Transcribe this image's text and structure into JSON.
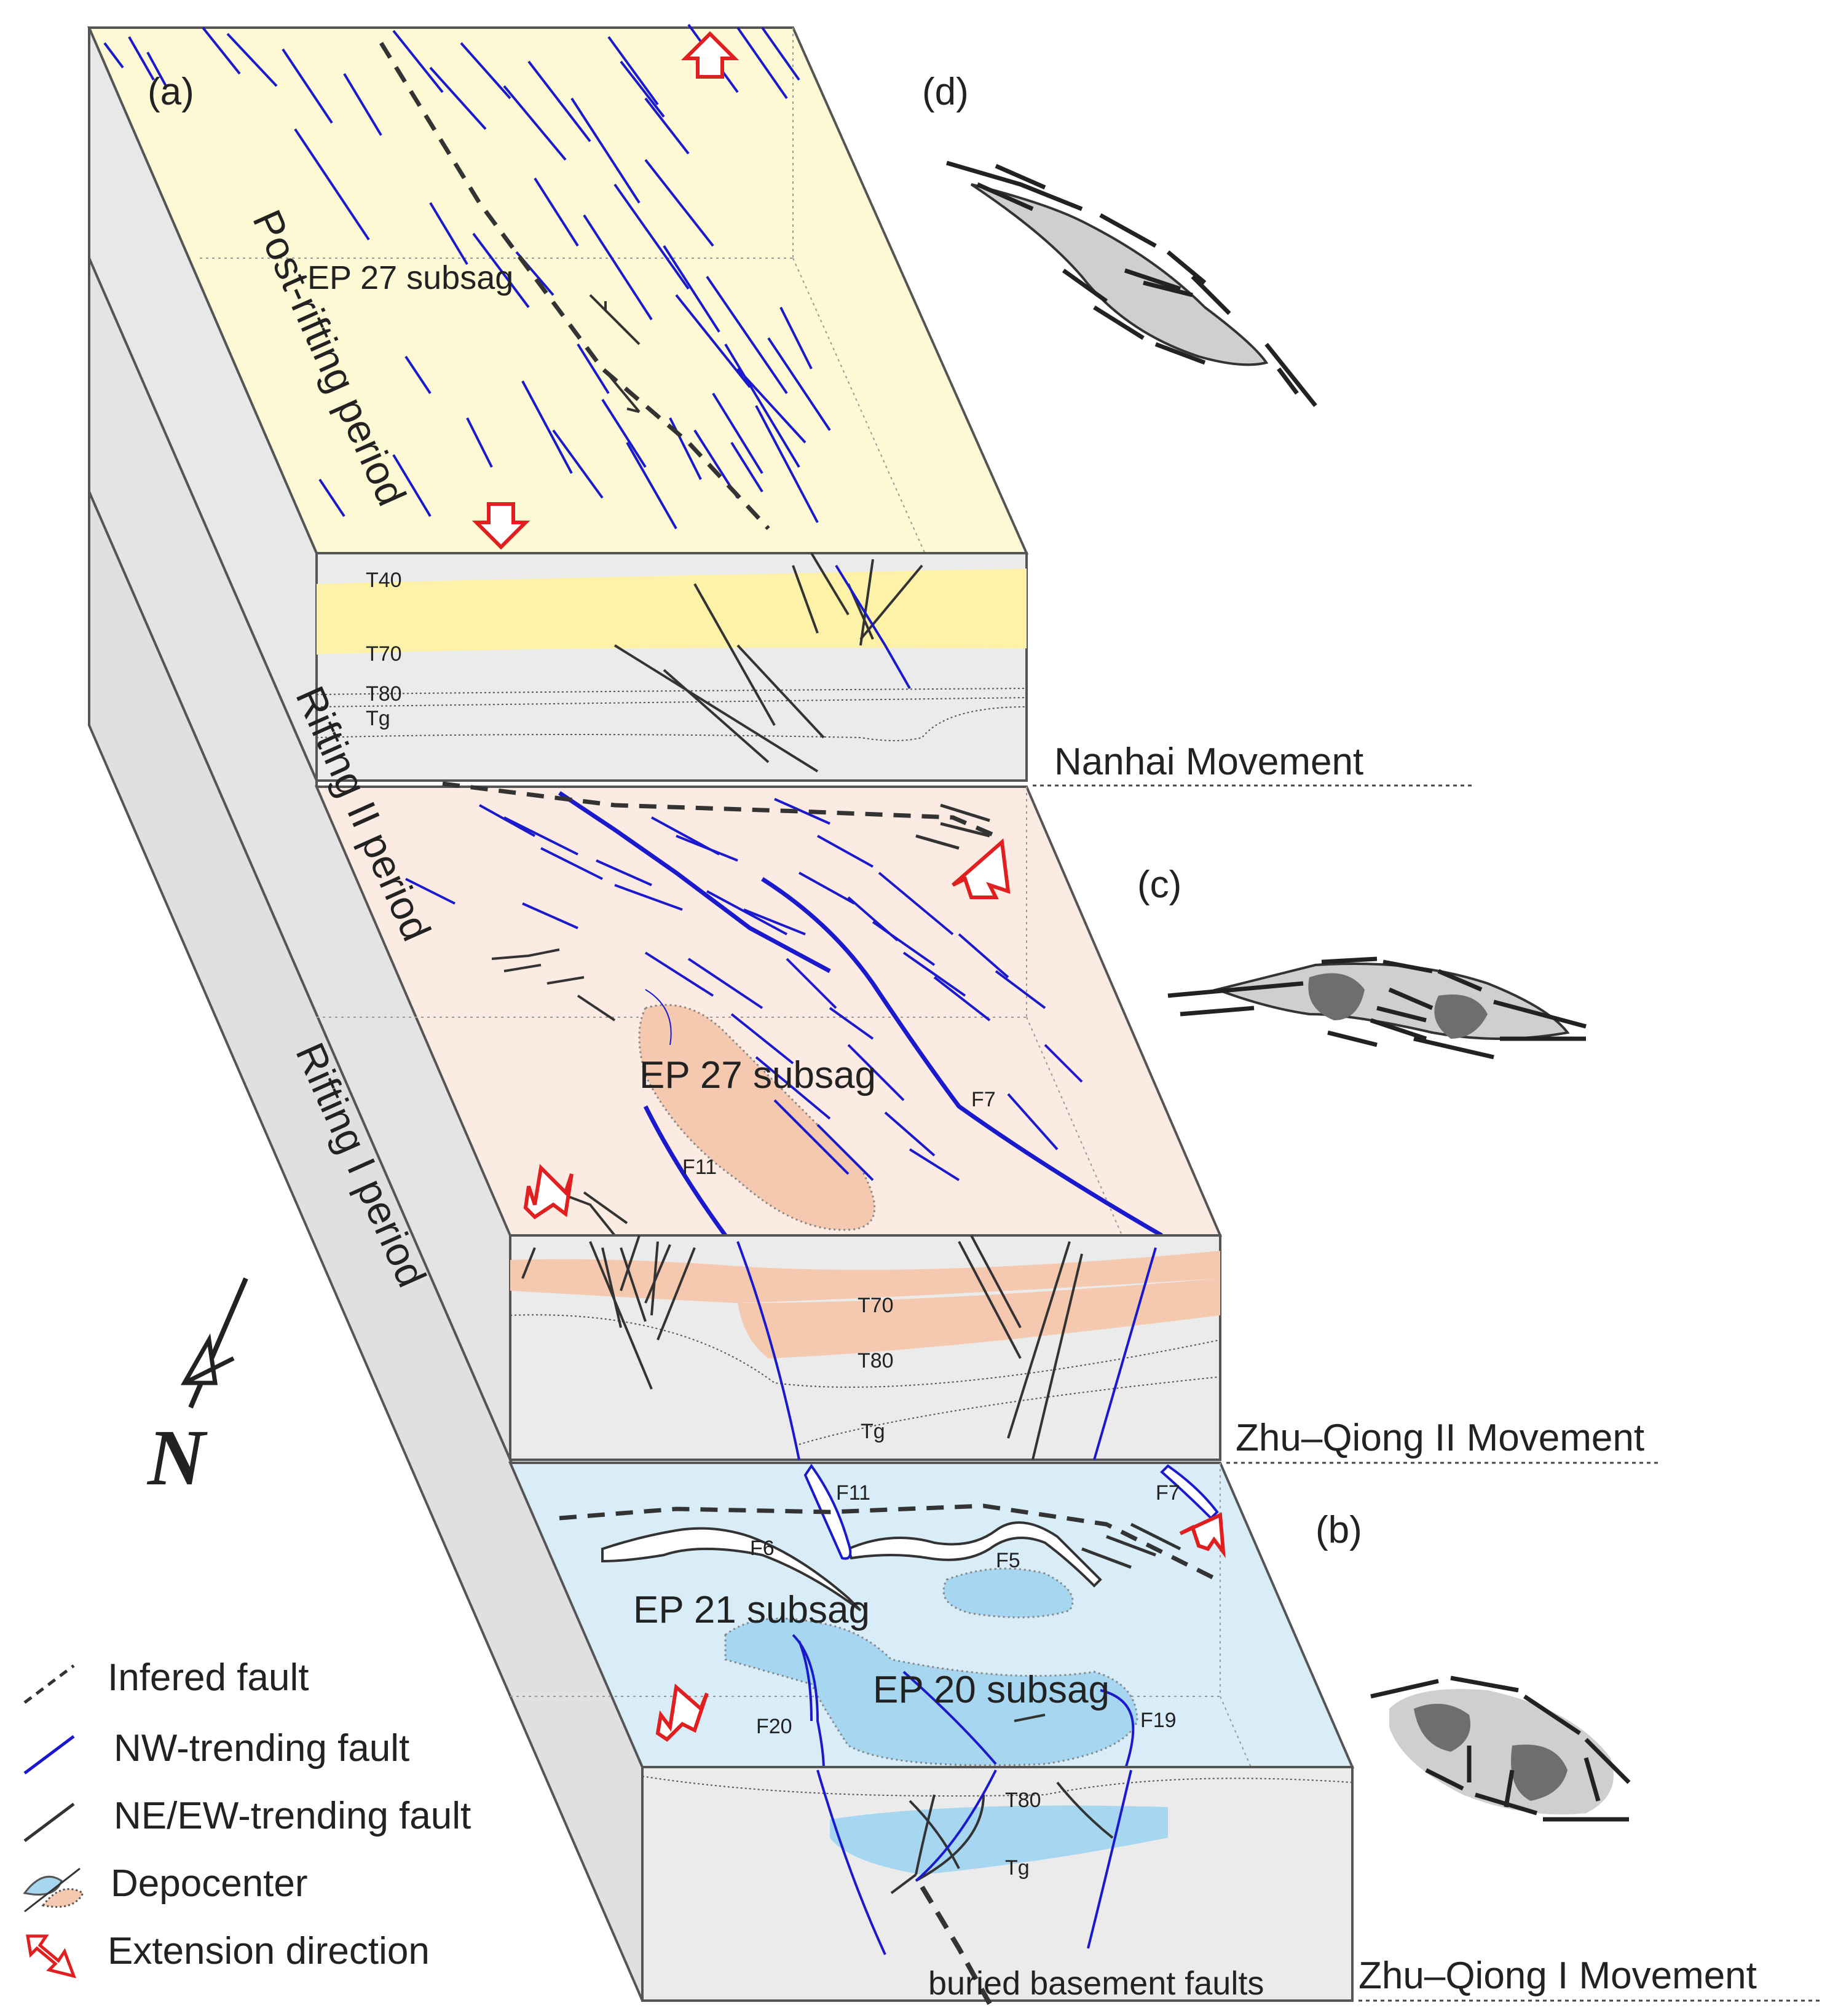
{
  "panel_labels": {
    "a": "(a)",
    "b": "(b)",
    "c": "(c)",
    "d": "(d)"
  },
  "periods": {
    "post_rifting": "Post-rifting period",
    "rifting_ii": "Rifting II period",
    "rifting_i": "Rifting I period"
  },
  "movements": {
    "nanhai": "Nanhai Movement",
    "zhu_qiong_ii": "Zhu–Qiong II Movement",
    "zhu_qiong_i": "Zhu–Qiong I Movement"
  },
  "subsags": {
    "top": "EP 27 subsag",
    "middle": "EP 27 subsag",
    "ep21": "EP 21 subsag",
    "ep20": "EP 20 subsag"
  },
  "faults": {
    "f7_mid": "F7",
    "f11_mid": "F11",
    "f11_bot": "F11",
    "f7_bot": "F7",
    "f6": "F6",
    "f5": "F5",
    "f20": "F20",
    "f19": "F19"
  },
  "horizons": {
    "top": [
      "T40",
      "T70",
      "T80",
      "Tg"
    ],
    "middle": [
      "T70",
      "T80",
      "Tg"
    ],
    "bottom": [
      "T80",
      "Tg"
    ]
  },
  "buried_basement_faults": "buried basement faults",
  "north_label": "N",
  "legend": [
    {
      "icon": "inferred-fault-icon",
      "label": "Infered fault"
    },
    {
      "icon": "nw-fault-icon",
      "label": "NW-trending fault"
    },
    {
      "icon": "ne-ew-fault-icon",
      "label": "NE/EW-trending fault"
    },
    {
      "icon": "depocenter-icon",
      "label": "Depocenter"
    },
    {
      "icon": "extension-arrow-icon",
      "label": "Extension direction"
    }
  ],
  "colors": {
    "post_rifting_fill": "#fcf9d4",
    "rifting_ii_fill": "#fbebe3",
    "rifting_i_fill": "#d9edf8",
    "nw_fault": "#1a1acc",
    "ne_fault": "#333333",
    "arrow": "#e02020",
    "depocenter_blue": "#a6d6f0",
    "depocenter_pink": "#f4c9b0",
    "yellow_layer": "#fdf2a8",
    "side_gray": "#e6e6e6"
  }
}
